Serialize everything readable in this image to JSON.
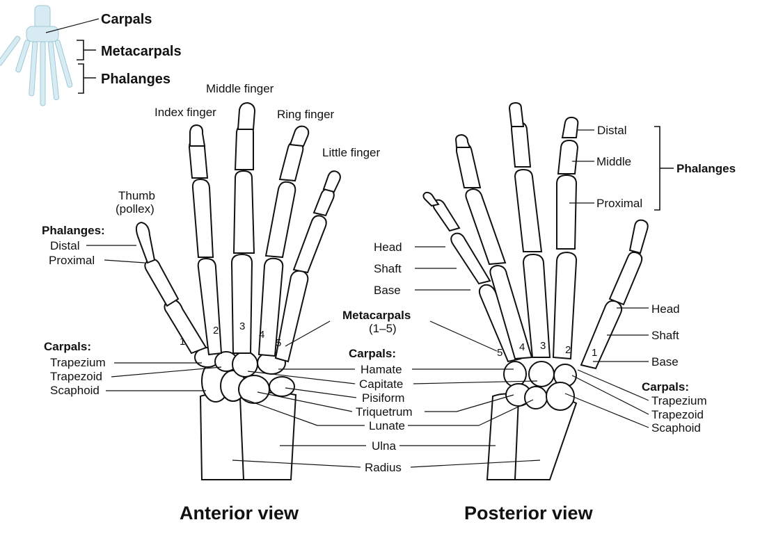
{
  "inset": {
    "carpals": "Carpals",
    "metacarpals": "Metacarpals",
    "phalanges": "Phalanges"
  },
  "anterior": {
    "title": "Anterior view",
    "fingers": {
      "middle": "Middle finger",
      "index": "Index finger",
      "ring": "Ring finger",
      "little": "Little finger",
      "thumb": "Thumb",
      "pollex": "(pollex)"
    },
    "phalanges_heading": "Phalanges:",
    "distal": "Distal",
    "proximal": "Proximal",
    "carpals_heading": "Carpals:",
    "trapezium": "Trapezium",
    "trapezoid": "Trapezoid",
    "scaphoid": "Scaphoid",
    "numbers": [
      "1",
      "2",
      "3",
      "4",
      "5"
    ]
  },
  "center": {
    "metacarpals": "Metacarpals",
    "metacarpals_range": "(1–5)",
    "carpals_heading": "Carpals:",
    "hamate": "Hamate",
    "capitate": "Capitate",
    "pisiform": "Pisiform",
    "triquetrum": "Triquetrum",
    "lunate": "Lunate",
    "ulna": "Ulna",
    "radius": "Radius"
  },
  "posterior": {
    "title": "Posterior view",
    "distal": "Distal",
    "middle": "Middle",
    "proximal": "Proximal",
    "phalanges": "Phalanges",
    "head_left": "Head",
    "shaft_left": "Shaft",
    "base_left": "Base",
    "head_right": "Head",
    "shaft_right": "Shaft",
    "base_right": "Base",
    "carpals_heading": "Carpals:",
    "trapezium": "Trapezium",
    "trapezoid": "Trapezoid",
    "scaphoid": "Scaphoid",
    "numbers": [
      "5",
      "4",
      "3",
      "2",
      "1"
    ]
  }
}
